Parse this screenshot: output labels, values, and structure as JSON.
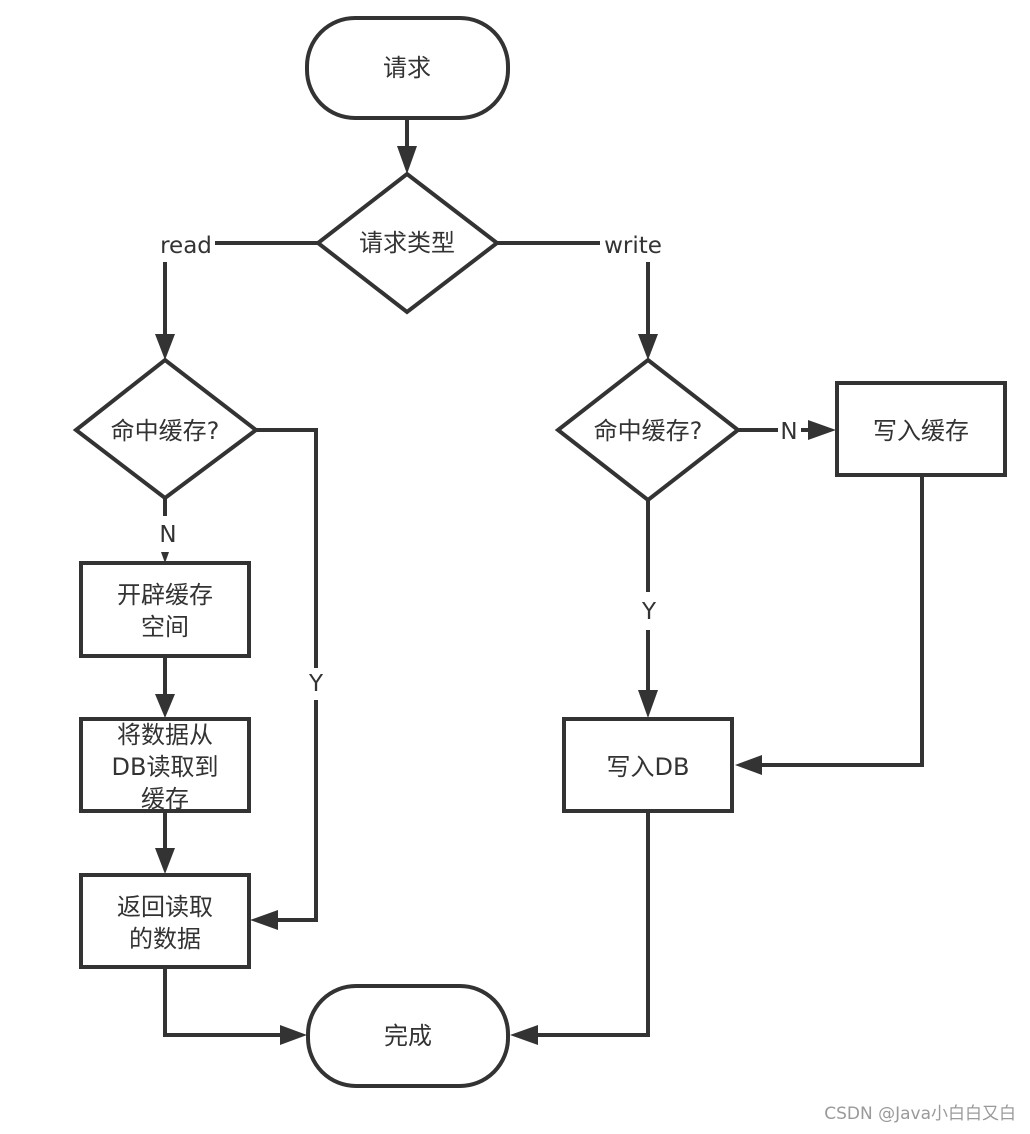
{
  "nodes": {
    "start": {
      "type": "terminal",
      "label": "请求"
    },
    "request_type": {
      "type": "decision",
      "label": "请求类型"
    },
    "read_cache_hit": {
      "type": "decision",
      "label": "命中缓存?"
    },
    "allocate_cache": {
      "type": "process",
      "lines": [
        "开辟缓存",
        "空间"
      ]
    },
    "load_from_db": {
      "type": "process",
      "lines": [
        "将数据从",
        "DB读取到",
        "缓存"
      ]
    },
    "return_data": {
      "type": "process",
      "lines": [
        "返回读取",
        "的数据"
      ]
    },
    "write_cache_hit": {
      "type": "decision",
      "label": "命中缓存?"
    },
    "write_cache": {
      "type": "process",
      "label": "写入缓存"
    },
    "write_db": {
      "type": "process",
      "label": "写入DB"
    },
    "end": {
      "type": "terminal",
      "label": "完成"
    }
  },
  "edges": [
    {
      "from": "start",
      "to": "request_type",
      "label": ""
    },
    {
      "from": "request_type",
      "to": "read_cache_hit",
      "label": "read"
    },
    {
      "from": "request_type",
      "to": "write_cache_hit",
      "label": "write"
    },
    {
      "from": "read_cache_hit",
      "to": "allocate_cache",
      "label": "N"
    },
    {
      "from": "read_cache_hit",
      "to": "return_data",
      "label": "Y"
    },
    {
      "from": "allocate_cache",
      "to": "load_from_db",
      "label": ""
    },
    {
      "from": "load_from_db",
      "to": "return_data",
      "label": ""
    },
    {
      "from": "return_data",
      "to": "end",
      "label": ""
    },
    {
      "from": "write_cache_hit",
      "to": "write_cache",
      "label": "N"
    },
    {
      "from": "write_cache_hit",
      "to": "write_db",
      "label": "Y"
    },
    {
      "from": "write_cache",
      "to": "write_db",
      "label": ""
    },
    {
      "from": "write_db",
      "to": "end",
      "label": ""
    }
  ],
  "watermark": "CSDN @Java小白白又白"
}
